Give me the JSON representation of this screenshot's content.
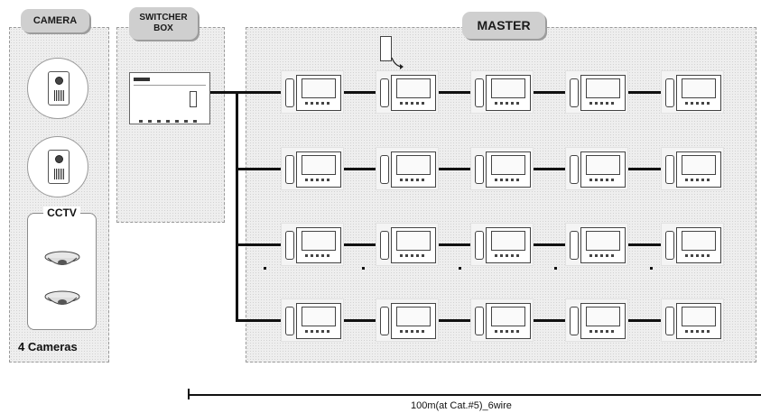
{
  "camera_panel": {
    "tab_label": "CAMERA",
    "cctv_label": "CCTV",
    "count_label": "4 Cameras",
    "icons": [
      "door-camera-icon",
      "door-camera-icon",
      "dome-camera-icon",
      "dome-camera-icon"
    ]
  },
  "switcher_panel": {
    "tab_line1": "SWITCHER",
    "tab_line2": "BOX",
    "icon": "switcher-box-icon"
  },
  "master_panel": {
    "tab_label": "MASTER",
    "rows": 4,
    "columns": 5,
    "icon": "master-monitor-icon"
  },
  "cable": {
    "label": "100m(at Cat.#5)_6wire"
  },
  "colors": {
    "panel_fill": "#eeeeee",
    "tab_fill": "#cfcfcf",
    "wire": "#111111"
  }
}
